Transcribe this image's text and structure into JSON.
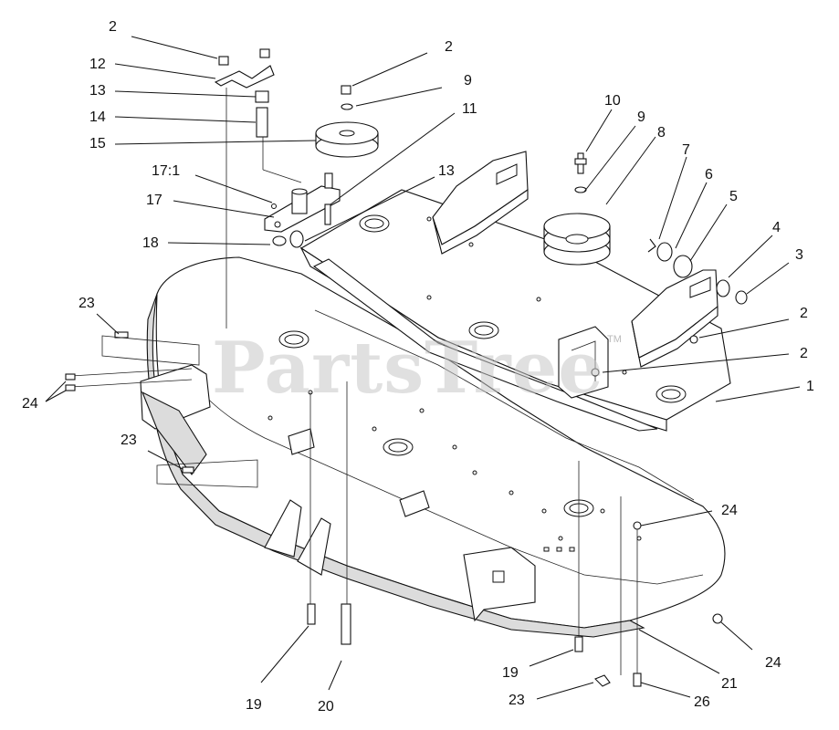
{
  "watermark": {
    "text": "PartsTree",
    "tm": "TM"
  },
  "callouts": [
    {
      "label": "2"
    },
    {
      "label": "12"
    },
    {
      "label": "13"
    },
    {
      "label": "14"
    },
    {
      "label": "15"
    },
    {
      "label": "2"
    },
    {
      "label": "9"
    },
    {
      "label": "11"
    },
    {
      "label": "17:1"
    },
    {
      "label": "17"
    },
    {
      "label": "13"
    },
    {
      "label": "18"
    },
    {
      "label": "10"
    },
    {
      "label": "9"
    },
    {
      "label": "8"
    },
    {
      "label": "7"
    },
    {
      "label": "6"
    },
    {
      "label": "5"
    },
    {
      "label": "4"
    },
    {
      "label": "3"
    },
    {
      "label": "2"
    },
    {
      "label": "2"
    },
    {
      "label": "1"
    },
    {
      "label": "23"
    },
    {
      "label": "24"
    },
    {
      "label": "23"
    },
    {
      "label": "24"
    },
    {
      "label": "24"
    },
    {
      "label": "19"
    },
    {
      "label": "20"
    },
    {
      "label": "19"
    },
    {
      "label": "23"
    },
    {
      "label": "26"
    },
    {
      "label": "21"
    }
  ]
}
